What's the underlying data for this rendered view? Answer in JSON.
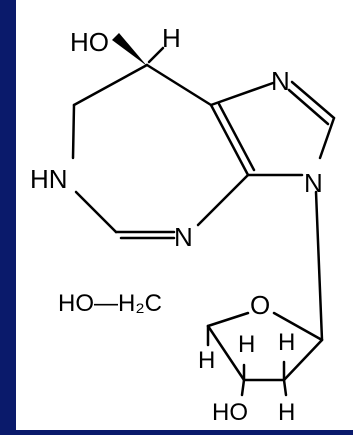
{
  "colors": {
    "background": "#0a1a6b",
    "panel": "#ffffff",
    "ink": "#000000"
  },
  "atoms": {
    "top_ho": "HO",
    "top_h": "H",
    "n_upper_imidazole": "N",
    "n_lower_imidazole": "N",
    "hn": "HN",
    "n_ring_bottom": "N",
    "sugar_chain": "HO—H₂C",
    "sugar_o": "O",
    "sugar_h1": "H",
    "sugar_h2": "H",
    "sugar_h3": "H",
    "sugar_ho": "HO",
    "sugar_h4": "H"
  }
}
